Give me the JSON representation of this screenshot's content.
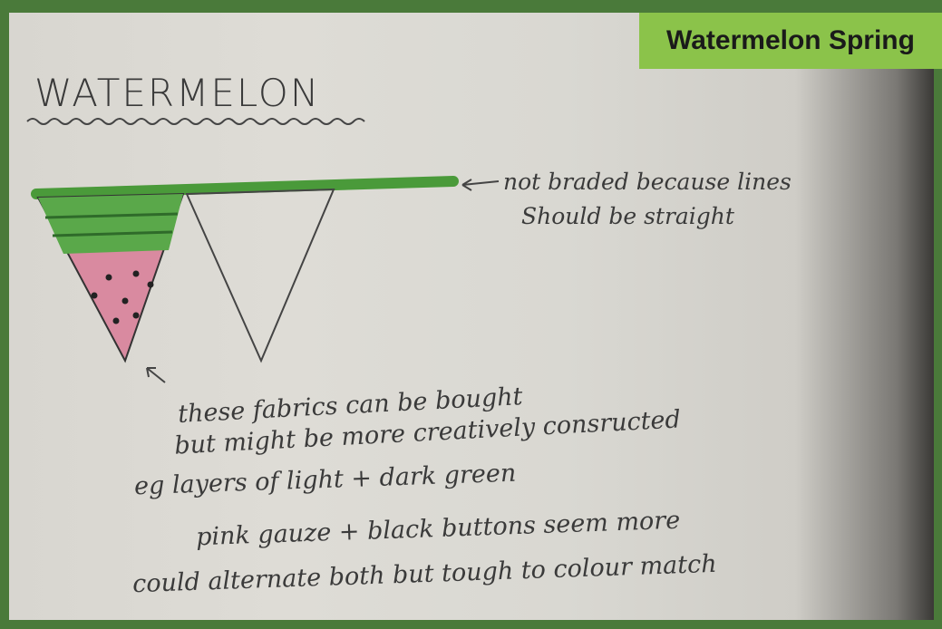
{
  "label": {
    "text": "Watermelon Spring",
    "color": "#8bc34a"
  },
  "sketch": {
    "title": "WATERMELON",
    "arrow_note": [
      "not braded because lines",
      "Should be straight"
    ],
    "notes": [
      "these fabrics can be bought",
      "but might be more creatively consructed",
      "eg layers of light + dark green",
      "pink gauze + black buttons seem more",
      "could alternate both but tough to colour match"
    ]
  },
  "colors": {
    "green": "#5aa84a",
    "pink": "#d98aa0",
    "frame": "#4a7a3a"
  }
}
